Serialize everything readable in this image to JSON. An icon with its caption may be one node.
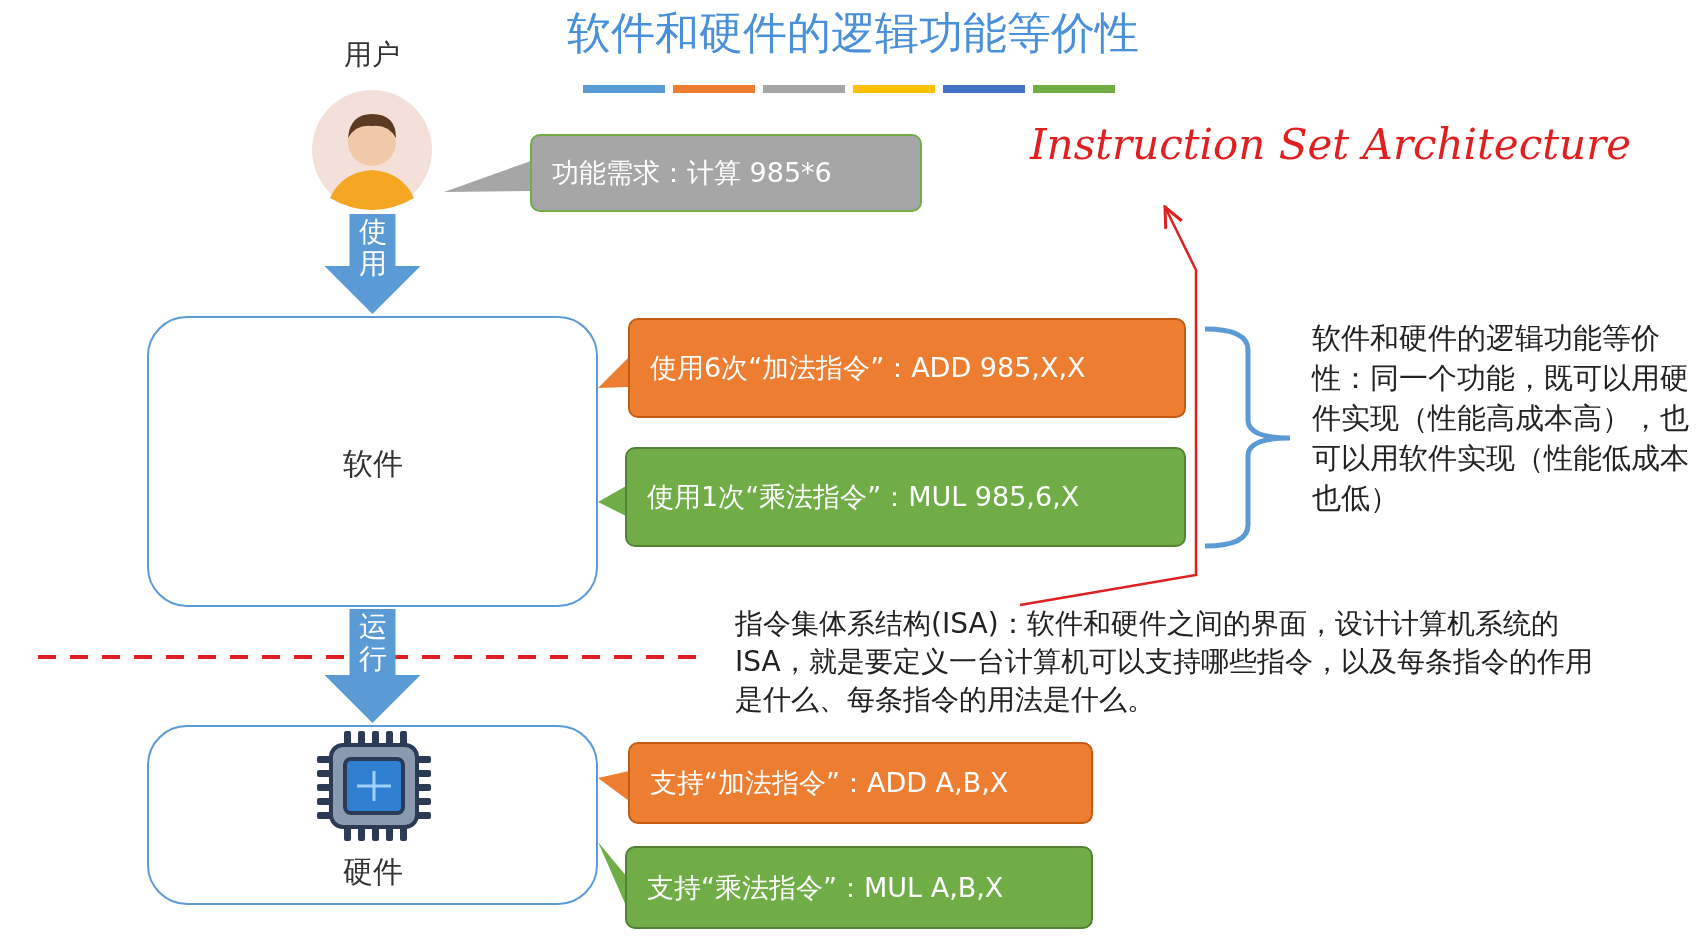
{
  "diagram": {
    "title": "软件和硬件的逻辑功能等价性",
    "nodes": [
      {
        "text": [
          "用户"
        ]
      },
      {
        "text": [
          "软件"
        ]
      },
      {
        "text": [
          "硬件"
        ]
      },
      {
        "text": [
          "功能需求：计算 985*6"
        ]
      },
      {
        "text": [
          "使用6次“加法指令”：ADD 985,X,X"
        ]
      },
      {
        "text": [
          "使用1次“乘法指令”：MUL 985,6,X"
        ]
      },
      {
        "text": [
          "支持“加法指令”：ADD A,B,X"
        ]
      },
      {
        "text": [
          "支持“乘法指令”：MUL A,B,X"
        ]
      },
      {
        "text": [
          "Instruction Set Architecture"
        ]
      },
      {
        "text": [
          "指令集体系结构(ISA)：软件和硬件之间的界面，设计计算机系统的ISA，就是要定义一台计算机可以支持哪些指令，以及每条指令的作用是什么、每条指令的用法是什么。"
        ]
      }
    ],
    "edges": [
      {
        "from": 0,
        "to": 1,
        "arrow": "to",
        "label": "使用"
      },
      {
        "from": 1,
        "to": 2,
        "arrow": "to",
        "label": "运行"
      },
      {
        "from": 3,
        "to": 0,
        "arrow": "to"
      },
      {
        "from": 4,
        "to": 1,
        "arrow": "to"
      },
      {
        "from": 5,
        "to": 1,
        "arrow": "to"
      },
      {
        "from": 6,
        "to": 2,
        "arrow": "to"
      },
      {
        "from": 7,
        "to": 2,
        "arrow": "to"
      },
      {
        "from": 9,
        "to": 8,
        "arrow": "to",
        "color": "#e02020"
      }
    ],
    "labels": [
      "软件和硬件的逻辑功能等价性：同一个功能，既可以用硬件实现（性能高成本高），也可以用软件实现（性能低成本也低）"
    ]
  }
}
